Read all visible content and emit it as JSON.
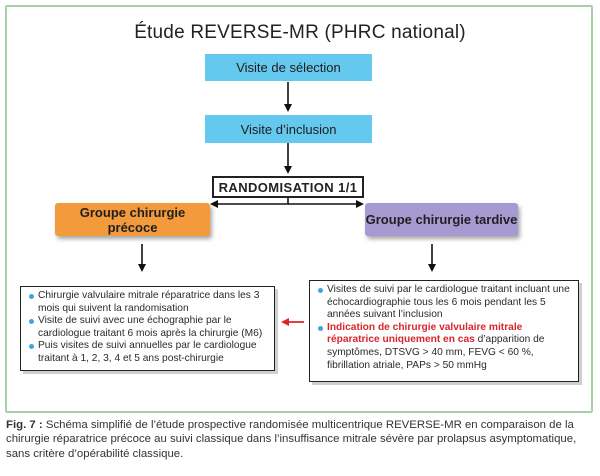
{
  "title": "Étude REVERSE-MR (PHRC national)",
  "nodes": {
    "selection": "Visite de sélection",
    "inclusion": "Visite d’inclusion",
    "randomisation": "RANDOMISATION 1/1",
    "early_group": "Groupe chirurgie précoce",
    "late_group": "Groupe chirurgie tardive"
  },
  "early_details": [
    "Chirurgie valvulaire mitrale réparatrice dans les 3 mois qui suivent la randomisation",
    "Visite de suivi avec une échographie par le cardiologue traitant 6 mois après la chirurgie (M6)",
    "Puis visites de suivi annuelles par le cardiologue traitant à 1, 2, 3, 4 et 5 ans post-chirurgie"
  ],
  "late_details": {
    "item1": "Visites de suivi par le cardiologue traitant incluant une échocardiographie tous les 6 mois pendant les 5 années suivant l’inclusion",
    "item2_highlight": "Indication de chirurgie valvulaire mitrale réparatrice uniquement en cas",
    "item2_rest": " d’apparition de symptômes, DTSVG > 40 mm, FEVG < 60 %, fibrillation atriale, PAPs > 50 mmHg"
  },
  "caption": {
    "label": "Fig. 7 :",
    "text": " Schéma simplifié de l’étude prospective randomisée multicentrique REVERSE-MR en comparaison de la chirurgie réparatrice précoce au suivi classique dans l’insuffisance mitrale sévère par prolapsus asymptomatique, sans critère d’opérabilité classique."
  },
  "colors": {
    "blue_box": "#65c8ef",
    "orange_box": "#f39a3c",
    "purple_box": "#a79ad0",
    "frame": "#a9cfa6",
    "bullet": "#3aa7e0",
    "highlight": "#d9262b"
  }
}
